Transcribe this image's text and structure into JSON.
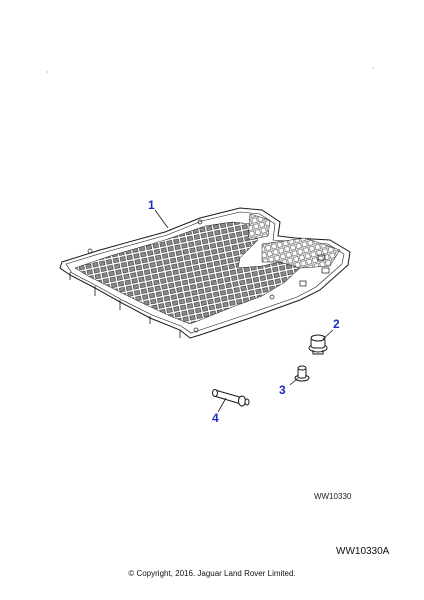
{
  "callouts": {
    "part_1": "1",
    "part_2": "2",
    "part_3": "3",
    "part_4": "4"
  },
  "diagram_ref": "WW10330",
  "figure_ref": "WW10330A",
  "copyright": "© Copyright, 2016. Jaguar Land Rover Limited.",
  "colors": {
    "callout": "#1a2fbf",
    "line": "#1a1a1a"
  }
}
